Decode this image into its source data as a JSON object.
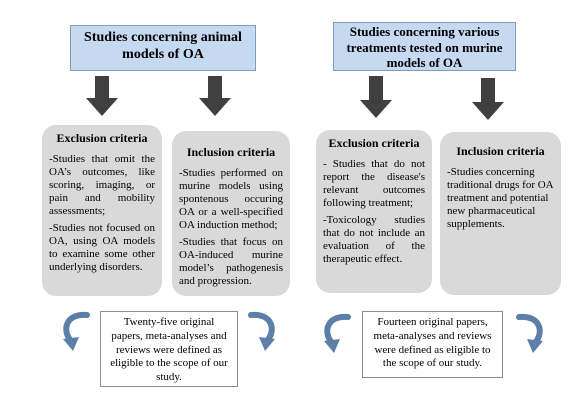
{
  "left_panel": {
    "title": "Studies concerning animal models of OA",
    "exclusion": {
      "heading": "Exclusion criteria",
      "items": [
        "-Studies that omit the OA’s outcomes, like scoring, imaging, or pain and mobility assessments;",
        "-Studies not focused on OA, using OA models to examine some other underlying disorders."
      ]
    },
    "inclusion": {
      "heading": "Inclusion criteria",
      "items": [
        "-Studies performed on murine models using spontenous occuring OA or a well-specified OA induction method;",
        "-Studies that focus on OA-induced murine model’s pathogenesis and progression."
      ]
    },
    "result": "Twenty-five original papers, meta-analyses and reviews were defined as eligible to the scope of our study."
  },
  "right_panel": {
    "title": "Studies concerning various treatments tested on murine models of OA",
    "exclusion": {
      "heading": "Exclusion criteria",
      "items": [
        "- Studies that do not report the disease's relevant outcomes following treatment;",
        "-Toxicology studies that do not include an evaluation of the therapeutic effect."
      ]
    },
    "inclusion": {
      "heading": "Inclusion criteria",
      "items": [
        "-Studies concerning traditional drugs for OA treatment and potential new pharmaceutical supplements."
      ]
    },
    "result": "Fourteen original papers, meta-analyses and reviews were defined as eligible to the scope of our study."
  },
  "colors": {
    "header_fill": "#c5d9f1",
    "criteria_fill": "#d9d9d9",
    "arrow": "#404040",
    "curved_arrow": "#5b7fa6"
  }
}
